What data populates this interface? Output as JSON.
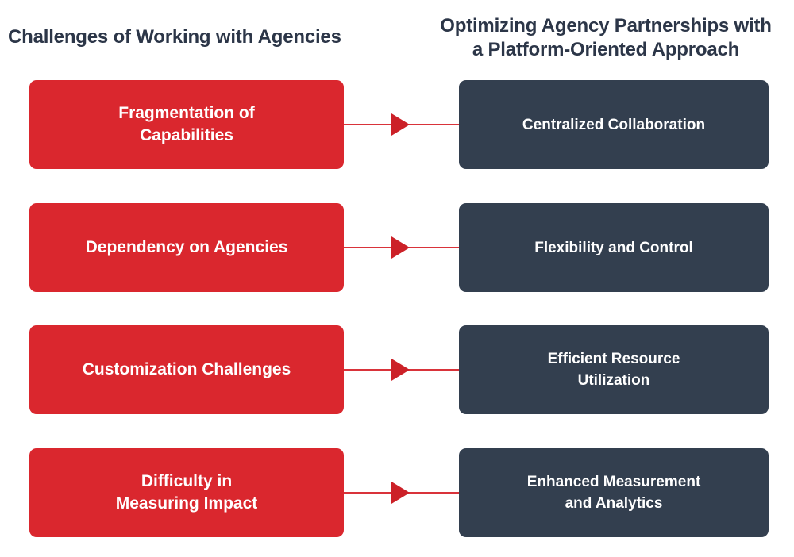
{
  "diagram": {
    "type": "two-column-mapping",
    "columns": {
      "left": {
        "header": "Challenges of Working with Agencies",
        "color": "#da272e"
      },
      "right": {
        "header_line1": "Optimizing Agency Partnerships with",
        "header_line2": "a Platform-Oriented Approach",
        "color": "#333f4f"
      }
    },
    "header_color": "#2c3648",
    "arrow_color": "#d9333a",
    "rows": [
      {
        "challenge_line1": "Fragmentation of",
        "challenge_line2": "Capabilities",
        "solution_line1": "Centralized Collaboration",
        "solution_line2": "",
        "arrow": "arrow-right-icon"
      },
      {
        "challenge_line1": "Dependency on Agencies",
        "challenge_line2": "",
        "solution_line1": "Flexibility and Control",
        "solution_line2": "",
        "arrow": "arrow-right-icon"
      },
      {
        "challenge_line1": "Customization Challenges",
        "challenge_line2": "",
        "solution_line1": "Efficient Resource",
        "solution_line2": "Utilization",
        "arrow": "arrow-right-icon"
      },
      {
        "challenge_line1": "Difficulty in",
        "challenge_line2": "Measuring Impact",
        "solution_line1": "Enhanced Measurement",
        "solution_line2": "and Analytics",
        "arrow": "arrow-right-icon"
      }
    ]
  }
}
